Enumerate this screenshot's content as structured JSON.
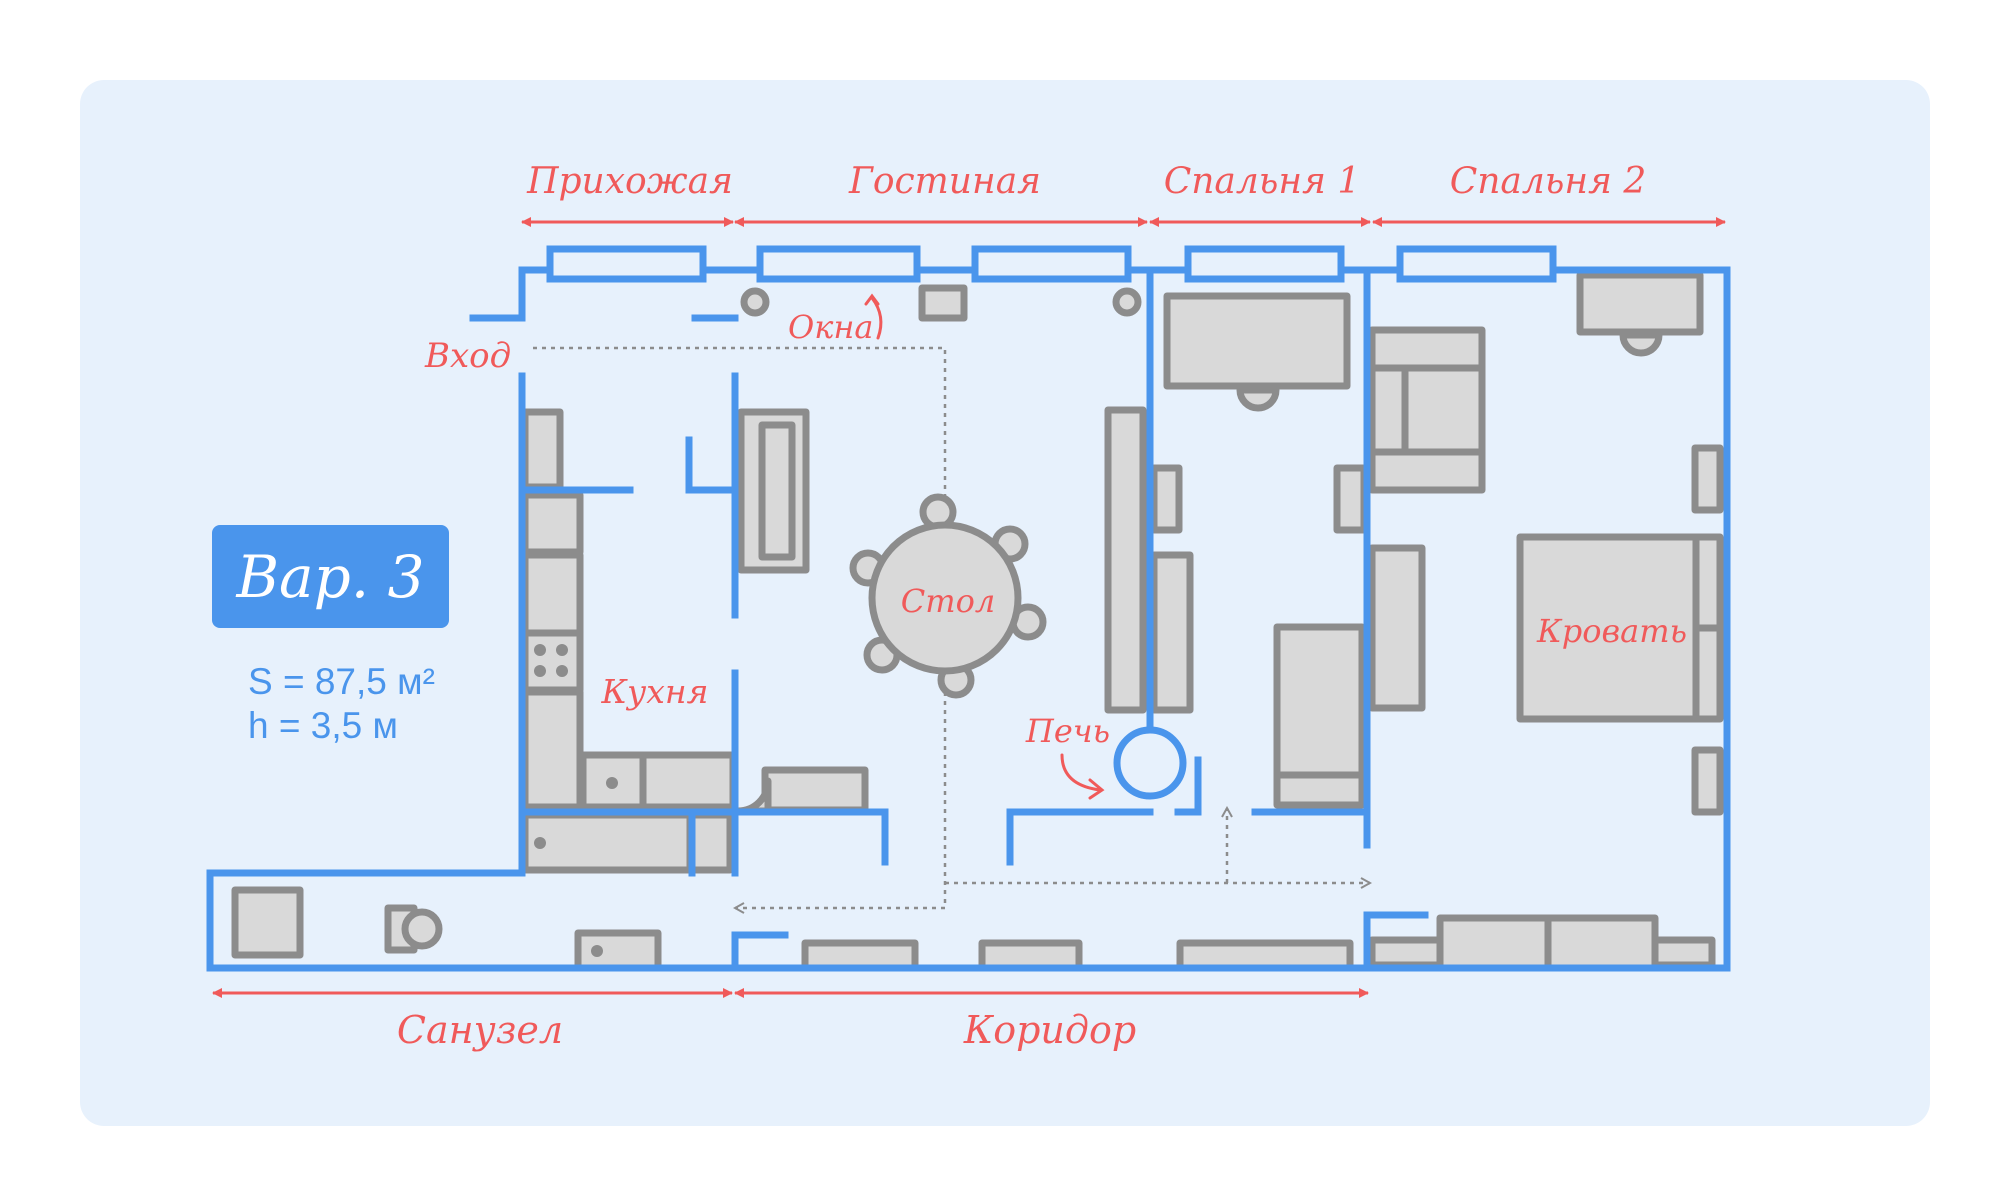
{
  "variant": {
    "label": "Вар. 3"
  },
  "stats": {
    "area": "S = 87,5 м²",
    "height": "h = 3,5 м"
  },
  "rooms": {
    "hallway": "Прихожая",
    "living": "Гостиная",
    "bedroom1": "Спальня 1",
    "bedroom2": "Спальня 2",
    "bathroom": "Санузел",
    "corridor": "Коридор",
    "kitchen": "Кухня"
  },
  "annotations": {
    "entrance": "Вход",
    "windows": "Окна",
    "table": "Стол",
    "stove": "Печь",
    "bed": "Кровать"
  },
  "colors": {
    "walls": "#4a95ec",
    "labels": "#f05a5a",
    "furniture": "#d9d9d9",
    "furniture_stroke": "#8c8c8c",
    "background": "#e7f1fc"
  }
}
